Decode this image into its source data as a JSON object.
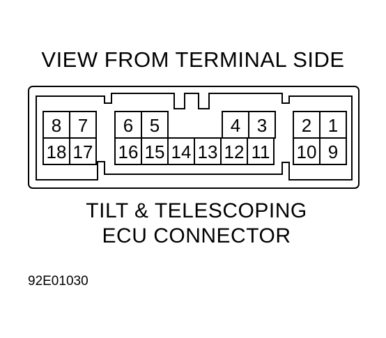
{
  "title": "VIEW FROM TERMINAL SIDE",
  "caption": [
    "TILT & TELESCOPING",
    "ECU CONNECTOR"
  ],
  "figure_code": "92E01030",
  "terminals": {
    "left_block": {
      "top": [
        "8",
        "7"
      ],
      "bottom": [
        "18",
        "17"
      ]
    },
    "center_block": {
      "top_left": [
        "6",
        "5"
      ],
      "top_right": [
        "4",
        "3"
      ],
      "bottom": [
        "16",
        "15",
        "14",
        "13",
        "12",
        "11"
      ]
    },
    "right_block": {
      "top": [
        "2",
        "1"
      ],
      "bottom": [
        "10",
        "9"
      ]
    }
  }
}
